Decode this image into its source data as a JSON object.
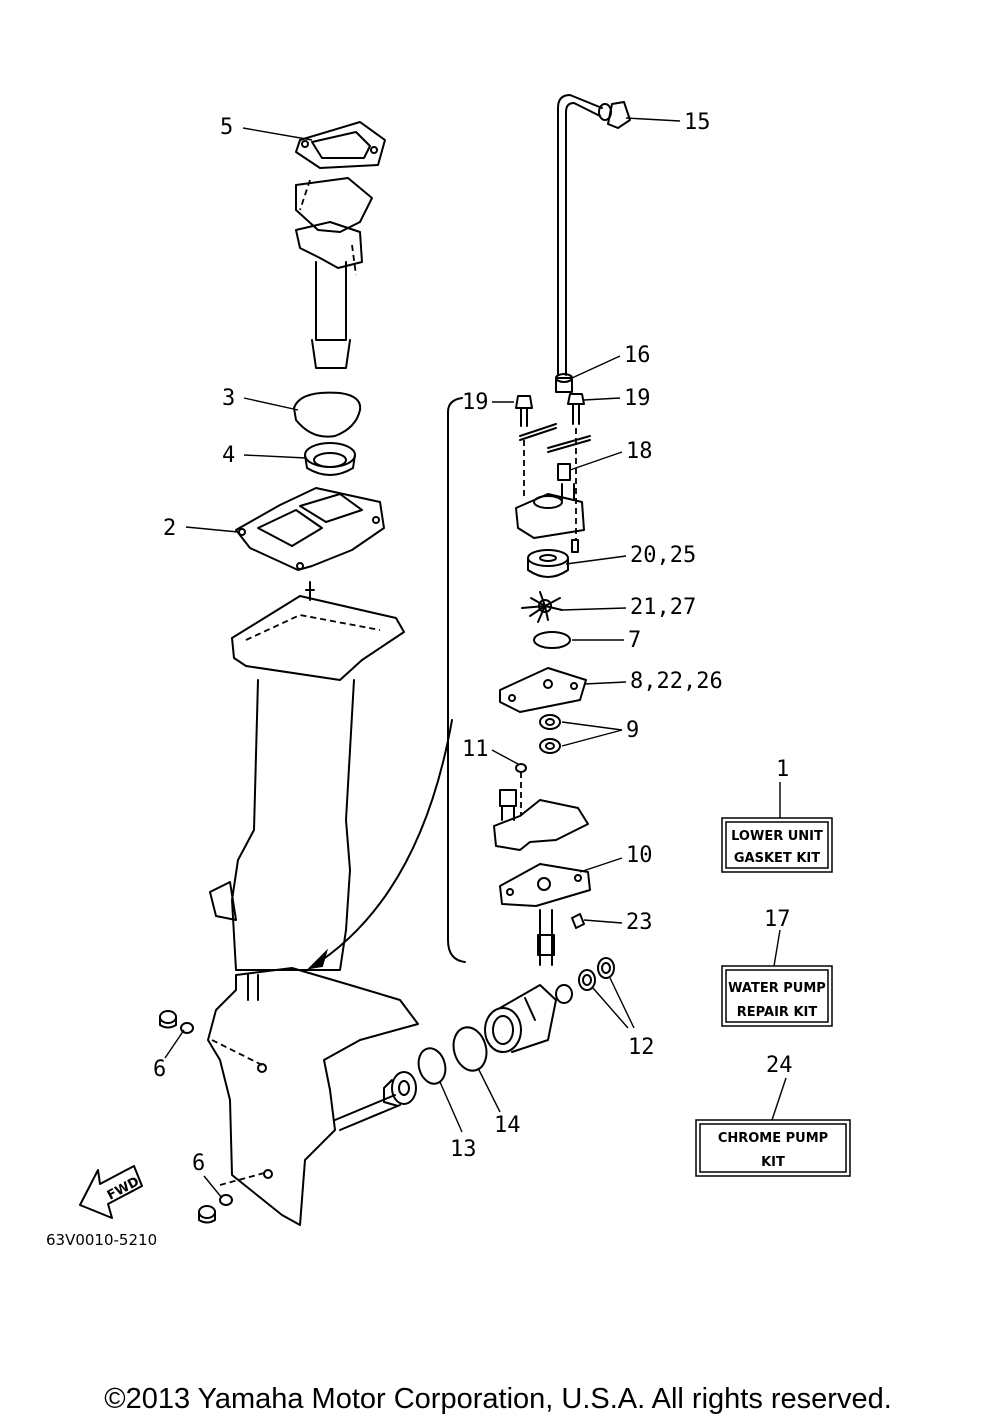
{
  "callouts": {
    "c5": "5",
    "c3": "3",
    "c4": "4",
    "c2": "2",
    "c6a": "6",
    "c6b": "6",
    "c15": "15",
    "c16": "16",
    "c19a": "19",
    "c19b": "19",
    "c18": "18",
    "c2025": "20,25",
    "c2127": "21,27",
    "c7": "7",
    "c82226": "8,22,26",
    "c9": "9",
    "c11": "11",
    "c10": "10",
    "c23": "23",
    "c12": "12",
    "c13": "13",
    "c14": "14",
    "c1": "1",
    "c17": "17",
    "c24": "24"
  },
  "kits": {
    "lower_unit": {
      "line1": "LOWER UNIT",
      "line2": "GASKET KIT"
    },
    "water_pump": {
      "line1": "WATER PUMP",
      "line2": "REPAIR KIT"
    },
    "chrome_pump": {
      "line1": "CHROME PUMP",
      "line2": "KIT"
    }
  },
  "fwd_label": "FWD",
  "diagram_code": "63V0010-5210",
  "copyright": "©2013 Yamaha Motor Corporation, U.S.A. All rights reserved."
}
